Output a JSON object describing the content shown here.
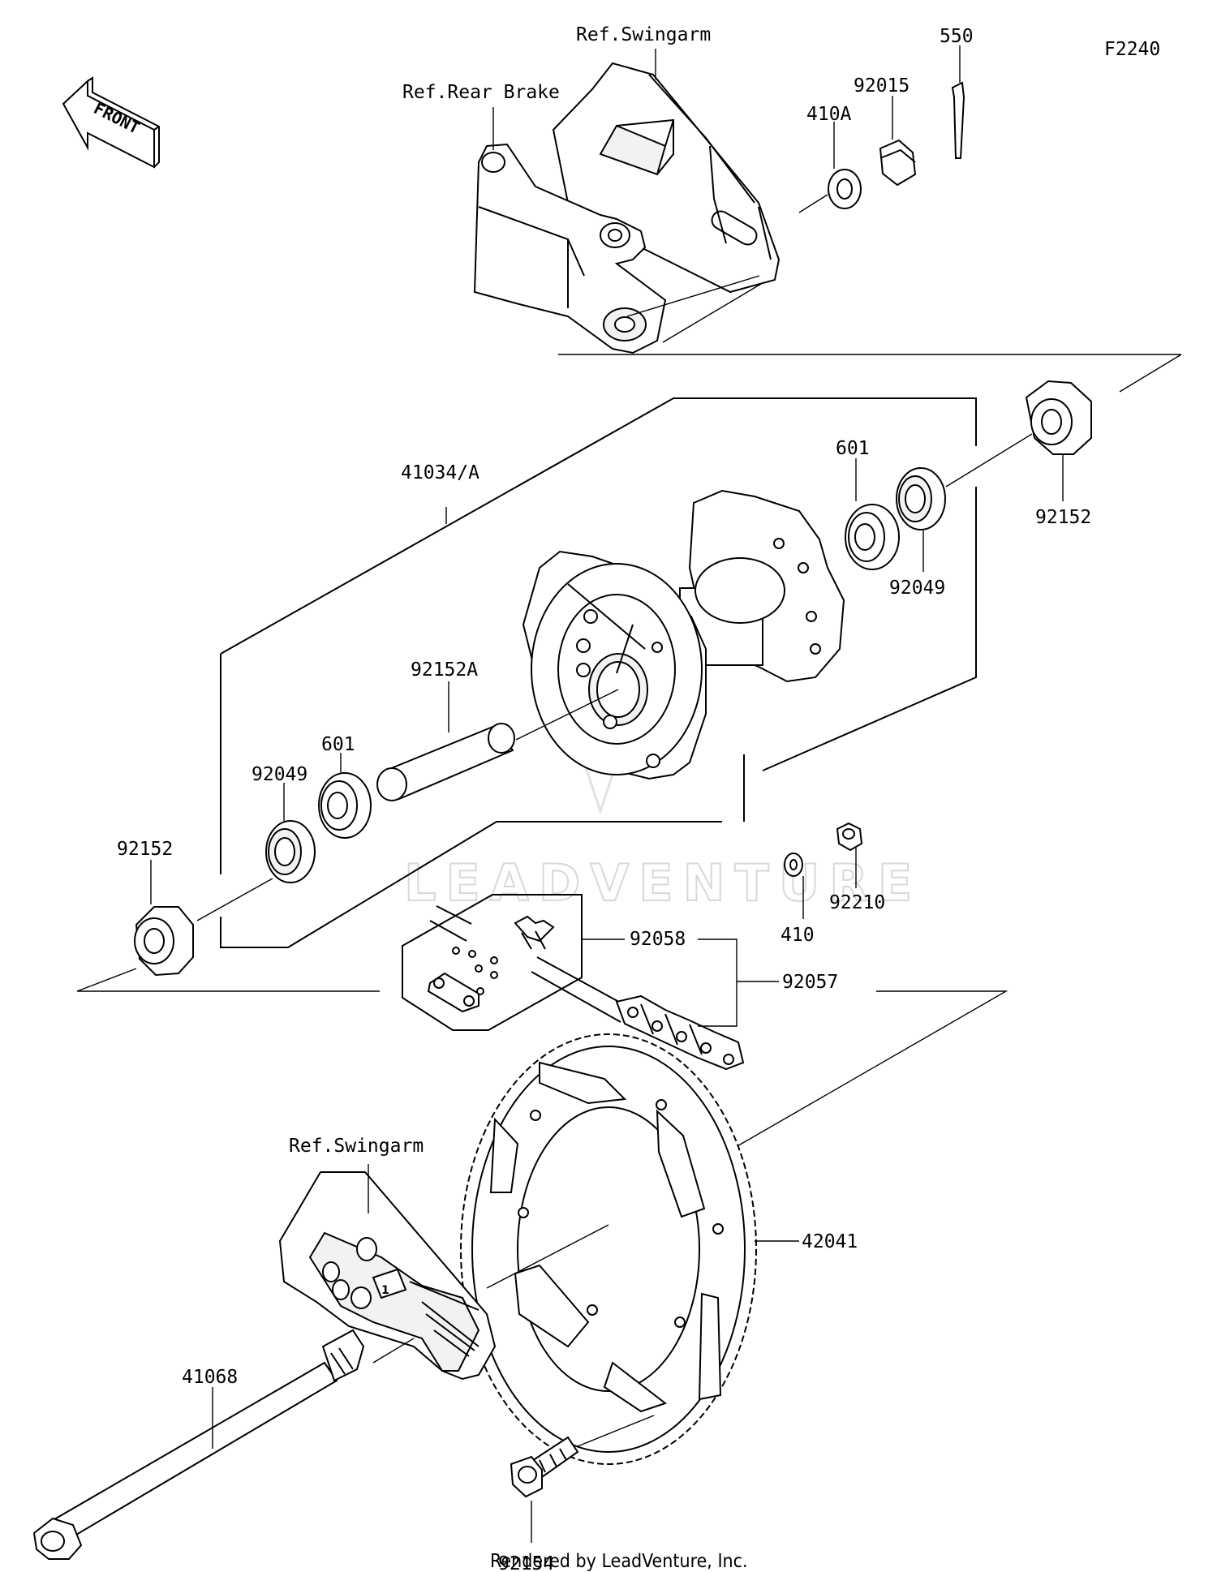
{
  "figure_code": "F2240",
  "orientation": "FRONT",
  "references": {
    "swingarm_top": "Ref.Swingarm",
    "rear_brake": "Ref.Rear Brake",
    "swingarm_bottom": "Ref.Swingarm"
  },
  "parts": {
    "p550": "550",
    "p92015": "92015",
    "p410a": "410A",
    "p41034a": "41034/A",
    "p601_right": "601",
    "p92152_right": "92152",
    "p92049_right": "92049",
    "p92152a": "92152A",
    "p601_left": "601",
    "p92049_left": "92049",
    "p92152_left": "92152",
    "p92210": "92210",
    "p410": "410",
    "p92058": "92058",
    "p92057": "92057",
    "p42041": "42041",
    "p41068": "41068",
    "p92154": "92154"
  },
  "watermark": "LEADVENTURE",
  "footer": "Rendered by LeadVenture, Inc."
}
